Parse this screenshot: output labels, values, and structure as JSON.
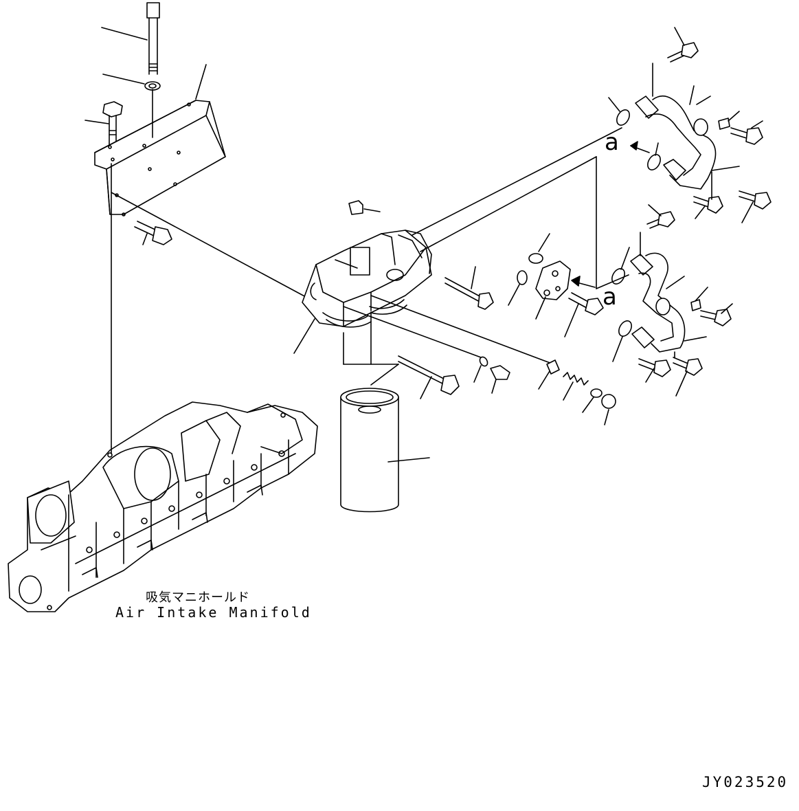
{
  "manifold_label_jp": "吸気マニホールド",
  "manifold_label_en": "Air Intake Manifold",
  "reference_mark_1": "a",
  "reference_mark_2": "a",
  "drawing_number": "JY023520"
}
